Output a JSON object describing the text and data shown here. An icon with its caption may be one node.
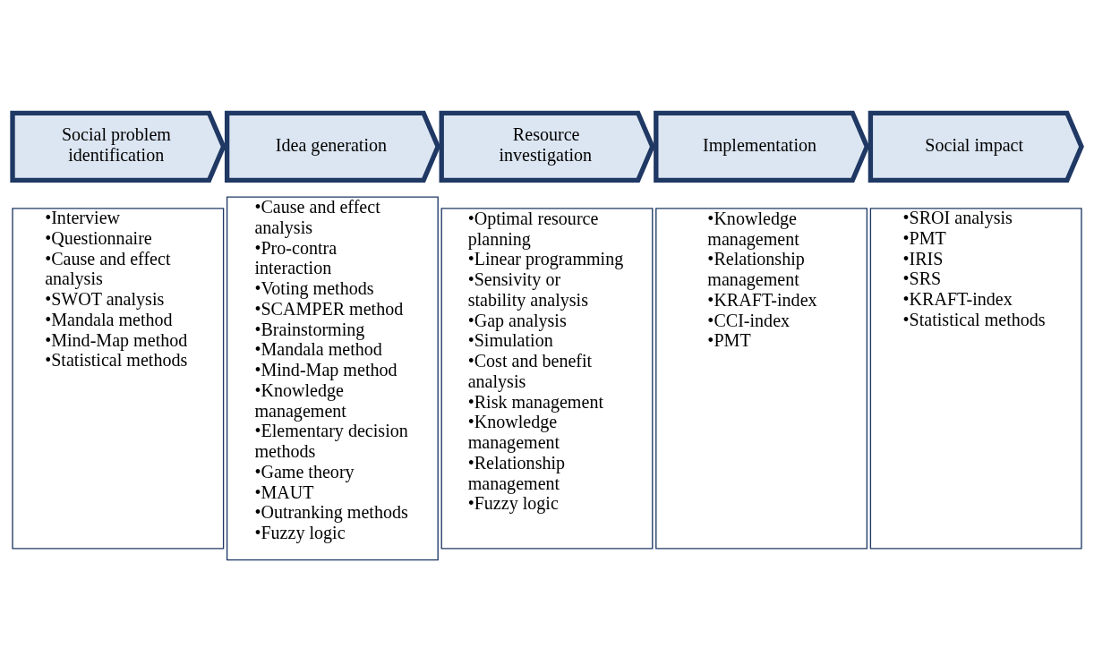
{
  "diagram": {
    "nodes": [
      {
        "text": [
          "Social problem identification"
        ]
      },
      {
        "text": [
          "Idea generation"
        ]
      },
      {
        "text": [
          "Resource investigation"
        ]
      },
      {
        "text": [
          "Implementation"
        ]
      },
      {
        "text": [
          "Social impact"
        ]
      },
      {
        "text": [
          "•Interview",
          "•Questionnaire",
          "•Cause and effect analysis",
          "•SWOT analysis",
          "•Mandala method",
          "•Mind-Map method",
          "•Statistical methods"
        ]
      },
      {
        "text": [
          "•Cause and effect analysis",
          "•Pro-contra interaction",
          "•Voting methods",
          "•SCAMPER method",
          "•Brainstorming",
          "•Mandala method",
          "•Mind-Map method",
          "•Knowledge management",
          "•Elementary decision methods",
          "•Game theory",
          "•MAUT",
          "•Outranking methods",
          "•Fuzzy logic"
        ]
      },
      {
        "text": [
          "•Optimal resource planning",
          "•Linear programming",
          "•Sensivity or stability analysis",
          "•Gap analysis",
          "•Simulation",
          "•Cost and benefit analysis",
          "•Risk management",
          "•Knowledge management",
          "•Relationship management",
          "•Fuzzy logic"
        ]
      },
      {
        "text": [
          "•Knowledge management",
          "•Relationship management",
          "•KRAFT-index",
          "•CCI-index",
          "•PMT"
        ]
      },
      {
        "text": [
          "•SROI analysis",
          "•PMT",
          "•IRIS",
          "•SRS",
          "•KRAFT-index",
          "•Statistical methods"
        ]
      }
    ]
  }
}
